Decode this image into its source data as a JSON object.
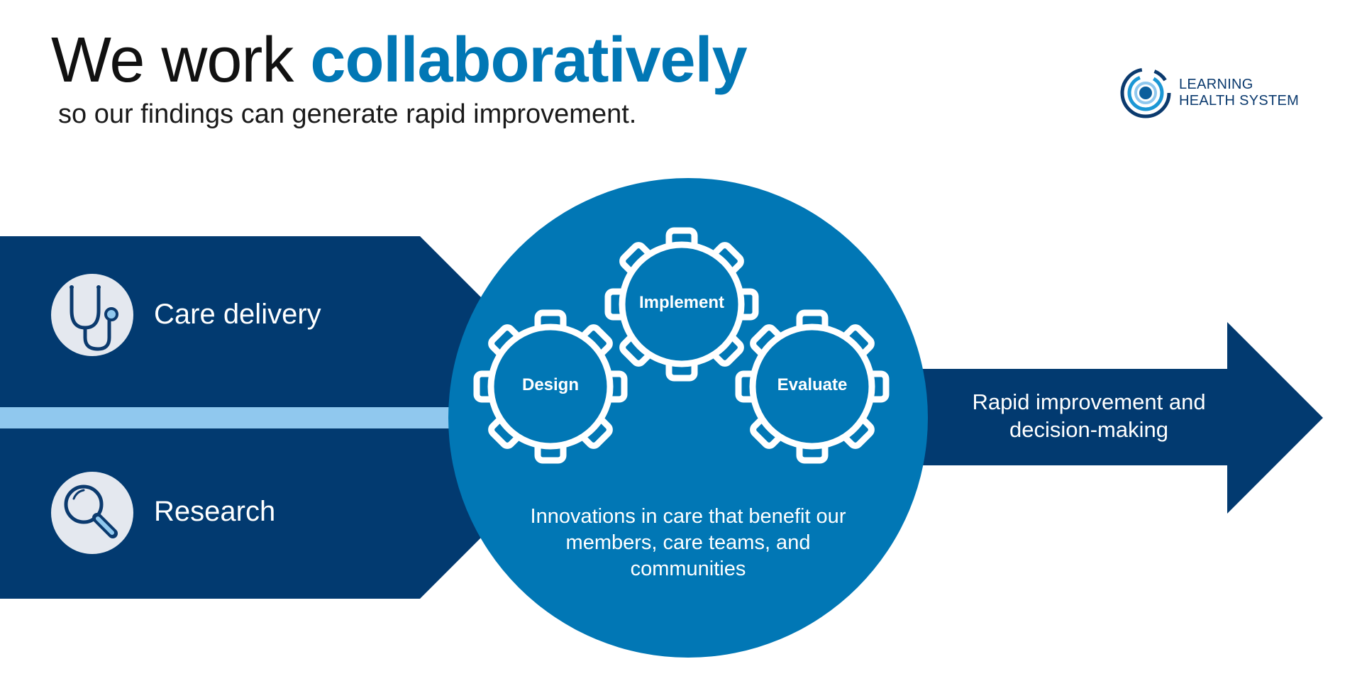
{
  "header": {
    "title_plain": "We work ",
    "title_emphasis": "collaboratively",
    "subtitle": "so our findings can generate rapid improvement."
  },
  "logo": {
    "line1": "LEARNING",
    "line2": "HEALTH SYSTEM",
    "icon": "concentric-target-icon"
  },
  "inputs": [
    {
      "label": "Care delivery",
      "icon": "stethoscope-icon"
    },
    {
      "label": "Research",
      "icon": "magnifying-glass-icon"
    }
  ],
  "cycle": {
    "gears": [
      "Design",
      "Implement",
      "Evaluate"
    ],
    "caption": "Innovations in care that benefit our members, care teams, and communities"
  },
  "output": {
    "label": "Rapid improvement and decision-making"
  },
  "colors": {
    "navy": "#023a70",
    "brand_blue": "#0177b5",
    "light_blue": "#90c8ee",
    "icon_circle": "#e4e8ef"
  }
}
